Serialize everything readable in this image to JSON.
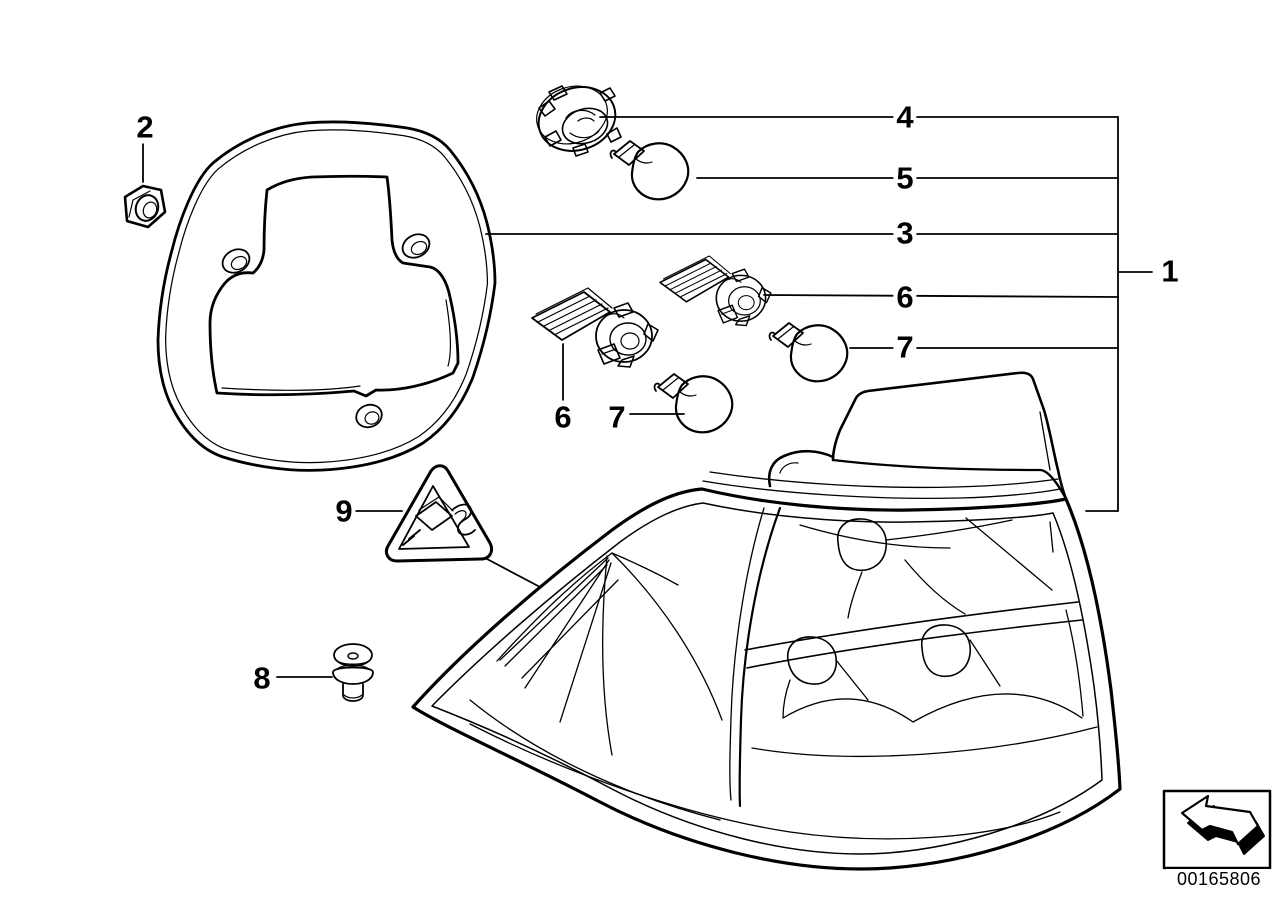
{
  "diagram_type": "exploded-parts-diagram",
  "colors": {
    "line": "#000000",
    "background": "#ffffff"
  },
  "callouts": {
    "c1": "1",
    "c2": "2",
    "c3": "3",
    "c4": "4",
    "c5": "5",
    "c6": "6",
    "c7": "7",
    "c8": "8",
    "c9": "9",
    "c6b": "6",
    "c7b": "7"
  },
  "parts_pictured": {
    "p1": "tail-light-assembly",
    "p2": "hex-nut",
    "p3": "gasket-seal",
    "p4": "bulb-socket",
    "p5": "bulb",
    "p6": "bulb-socket-long",
    "p7": "bulb",
    "p8": "mounting-clip",
    "p9": "warning-label-triangle"
  },
  "icons": {
    "warning_triangle": "electrical-plug-warning-icon",
    "logo": "page-turn-arrow-icon"
  },
  "footer": {
    "part_number": "00165806"
  }
}
